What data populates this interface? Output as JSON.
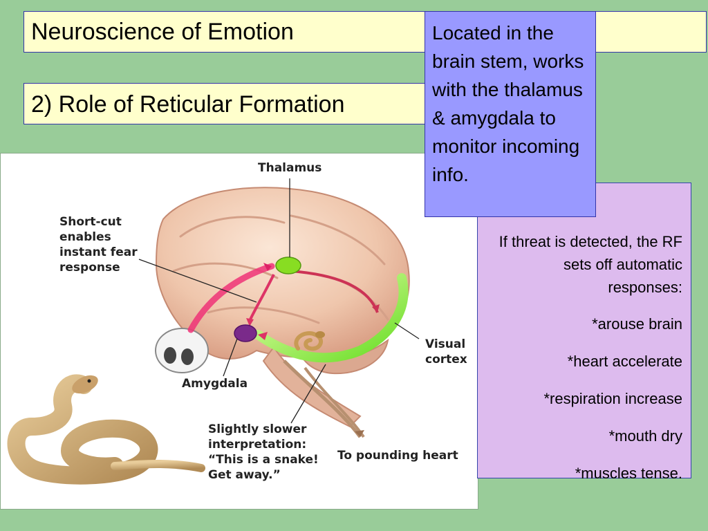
{
  "slide": {
    "title": "Neuroscience of Emotion",
    "subtitle": "2) Role of Reticular Formation",
    "callout": "Located in the brain stem, works with the thalamus & amygdala to monitor incoming info.",
    "threat_intro": "If threat is detected, the RF sets off automatic responses:",
    "responses": [
      "*arouse brain",
      "*heart accelerate",
      "*respiration increase",
      "*mouth dry",
      "*muscles tense."
    ]
  },
  "diagram": {
    "labels": {
      "thalamus": "Thalamus",
      "shortcut": [
        "Short-cut",
        "enables",
        "instant fear",
        "response"
      ],
      "visual": [
        "Visual",
        "cortex"
      ],
      "amygdala": "Amygdala",
      "slower": [
        "Slightly slower",
        "interpretation:",
        "“This is a snake!",
        "Get away.”"
      ],
      "heart": "To pounding heart"
    }
  },
  "colors": {
    "background": "#99cc99",
    "title_box": "#ffffcc",
    "callout_box": "#9999ff",
    "response_box": "#ddbbee"
  }
}
